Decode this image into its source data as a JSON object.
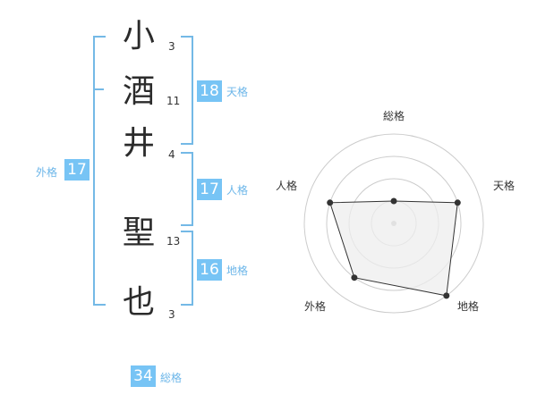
{
  "name_chars": [
    {
      "char": "小",
      "strokes": "3"
    },
    {
      "char": "酒",
      "strokes": "11"
    },
    {
      "char": "井",
      "strokes": "4"
    },
    {
      "char": "聖",
      "strokes": "13"
    },
    {
      "char": "也",
      "strokes": "3"
    }
  ],
  "fortune": {
    "tenkaku": {
      "value": "18",
      "label": "天格"
    },
    "jinkaku": {
      "value": "17",
      "label": "人格"
    },
    "chikaku": {
      "value": "16",
      "label": "地格"
    },
    "gaikaku": {
      "value": "17",
      "label": "外格"
    },
    "soukaku": {
      "value": "34",
      "label": "総格"
    }
  },
  "radar": {
    "axis_labels": [
      "総格",
      "天格",
      "地格",
      "外格",
      "人格"
    ],
    "levels": 4,
    "max": 4,
    "values": [
      1,
      3,
      4,
      3,
      3
    ],
    "colors": {
      "fill": "#eeeeee",
      "stroke": "#333333",
      "grid": "#cccccc",
      "point": "#333333"
    }
  }
}
